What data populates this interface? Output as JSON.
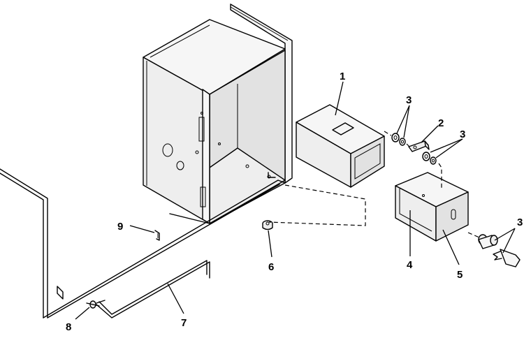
{
  "callouts": {
    "c1": "1",
    "c2": "2",
    "c3a": "3",
    "c3b": "3",
    "c3c": "3",
    "c4": "4",
    "c5": "5",
    "c6": "6",
    "c7": "7",
    "c8": "8",
    "c9": "9"
  }
}
